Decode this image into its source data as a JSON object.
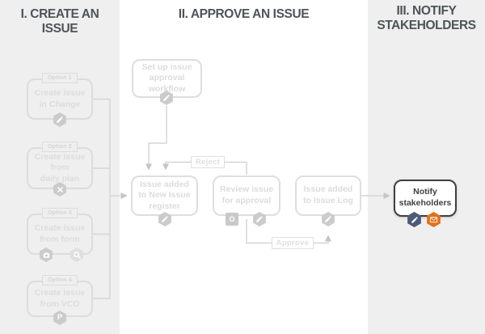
{
  "lanes": [
    {
      "header": "I. CREATE AN ISSUE"
    },
    {
      "header": "II. APPROVE AN ISSUE"
    },
    {
      "header": "III. NOTIFY STAKEHOLDERS"
    }
  ],
  "options": [
    {
      "label": "Option 1",
      "text": "Create issue\nin Change",
      "icons": [
        "edit-icon"
      ]
    },
    {
      "label": "Option 2",
      "text": "Create issue\nfrom\ndaily plan",
      "icons": [
        "tools-icon"
      ]
    },
    {
      "label": "Option 3",
      "text": "Create issue\nfrom form",
      "icons": [
        "camera-icon",
        "search-icon"
      ]
    },
    {
      "label": "Option 4",
      "text": "Create issue\nfrom VCO",
      "icons": [
        "p-app-icon"
      ]
    }
  ],
  "approve_steps": {
    "setup": {
      "text": "Set up issue\napproval\nworkflow",
      "icons": [
        "edit-icon"
      ]
    },
    "register": {
      "text": "Issue added\nto New Issue\nregister",
      "icons": [
        "edit-icon"
      ]
    },
    "review": {
      "text": "Review issue\nfor approval",
      "icons": [
        "outlook-icon",
        "edit-icon"
      ]
    },
    "log": {
      "text": "Issue added\nto Issue Log",
      "icons": [
        "edit-icon"
      ]
    }
  },
  "edges": {
    "reject": "Reject",
    "approve": "Approve"
  },
  "notify": {
    "text": "Notify\nstakeholders",
    "icons": [
      "edit-icon",
      "mail-icon"
    ]
  },
  "colors": {
    "lane_gray": "#efefef",
    "ghost": "#dcdcdc",
    "header_text": "#4d5458",
    "active_border": "#3f3f3f",
    "navy": "#4e5a78",
    "orange": "#e2711d"
  }
}
